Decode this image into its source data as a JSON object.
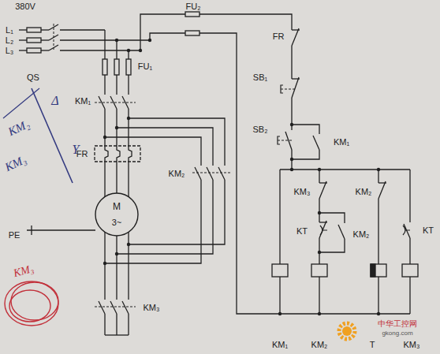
{
  "diagram": {
    "labels": [
      "380V",
      "L₁",
      "L₂",
      "L₃",
      "FU₂",
      "QS",
      "FU₁",
      "FR",
      "SB₁",
      "KM₁",
      "SB₂",
      "KM₁",
      "FR",
      "KM₂",
      "M",
      "3~",
      "KM₃",
      "KT",
      "KM₂",
      "KM₂",
      "KT",
      "PE",
      "KM₃",
      "KM₁",
      "KM₂",
      "T",
      "KM₃",
      "KM₂",
      "Δ",
      "KM₃",
      "Y",
      "KM₃",
      "中华工控网",
      "gkong.com"
    ]
  }
}
